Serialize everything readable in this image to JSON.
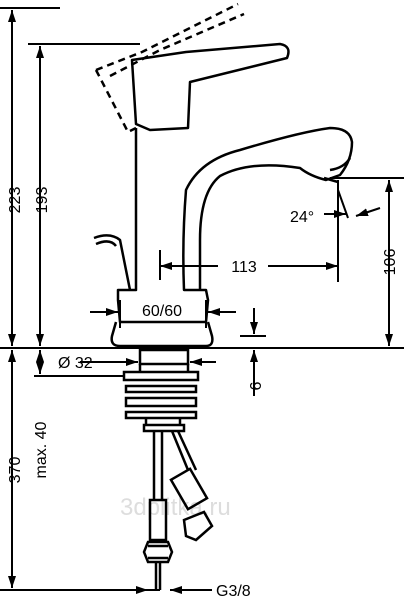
{
  "dimensions": {
    "total_height": "223",
    "spout_height": "193",
    "outlet_height": "106",
    "spout_reach": "113",
    "spray_angle": "24°",
    "handle_clearance": "60/60",
    "hole_diameter": "Ø 32",
    "base_offset": "6",
    "hose_length": "370",
    "max_thickness": "max. 40",
    "connection_thread": "G3/8"
  },
  "watermark": "3dplitka.ru",
  "colors": {
    "line": "#000000",
    "background": "#ffffff",
    "watermark": "#dddddd"
  }
}
